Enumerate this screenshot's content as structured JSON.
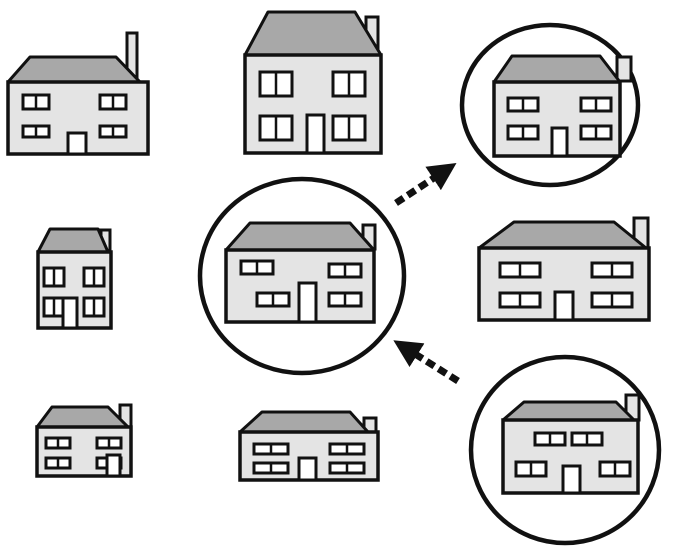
{
  "colors": {
    "background": "#ffffff",
    "roof": "#a8a8a8",
    "wall": "#e4e4e4",
    "outline": "#111111",
    "window": "#ffffff",
    "door": "#ffffff"
  },
  "houses": [
    {
      "id": "house-1",
      "style": "wide-two-storey"
    },
    {
      "id": "house-2",
      "style": "tall-two-storey"
    },
    {
      "id": "house-3",
      "style": "wide-two-storey",
      "circled": true
    },
    {
      "id": "house-4",
      "style": "narrow-town-house"
    },
    {
      "id": "house-5",
      "style": "wide-two-storey",
      "circled": true
    },
    {
      "id": "house-6",
      "style": "long-two-storey"
    },
    {
      "id": "house-7",
      "style": "small-wide-house"
    },
    {
      "id": "house-8",
      "style": "small-wide-house"
    },
    {
      "id": "house-9",
      "style": "wide-two-storey",
      "circled": true
    }
  ],
  "arrows": [
    {
      "from": "house-5",
      "to": "house-3"
    },
    {
      "from": "house-9",
      "to": "house-5"
    }
  ]
}
